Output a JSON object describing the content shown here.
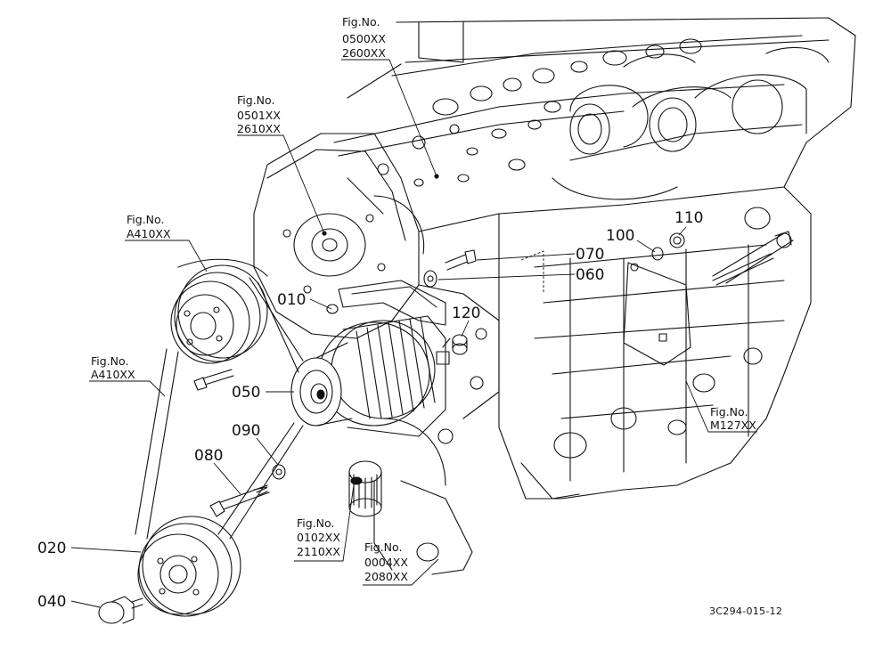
{
  "diagram": {
    "drawing_code": "3C294-015-12",
    "part_numbers": {
      "p010": "010",
      "p020": "020",
      "p040": "040",
      "p050": "050",
      "p060": "060",
      "p070": "070",
      "p080": "080",
      "p090": "090",
      "p100": "100",
      "p110": "110",
      "p120": "120"
    },
    "figure_refs": {
      "fig_0500": {
        "title": "Fig.No.",
        "line1": "0500XX",
        "line2": "2600XX"
      },
      "fig_0501": {
        "title": "Fig.No.",
        "line1": "0501XX",
        "line2": "2610XX"
      },
      "fig_a410_top": {
        "title": "Fig.No.",
        "line1": "A410XX"
      },
      "fig_a410_left": {
        "title": "Fig.No.",
        "line1": "A410XX"
      },
      "fig_m127": {
        "title": "Fig.No.",
        "line1": "M127XX"
      },
      "fig_0102": {
        "title": "Fig.No.",
        "line1": "0102XX",
        "line2": "2110XX"
      },
      "fig_0004": {
        "title": "Fig.No.",
        "line1": "0004XX",
        "line2": "2080XX"
      }
    }
  }
}
